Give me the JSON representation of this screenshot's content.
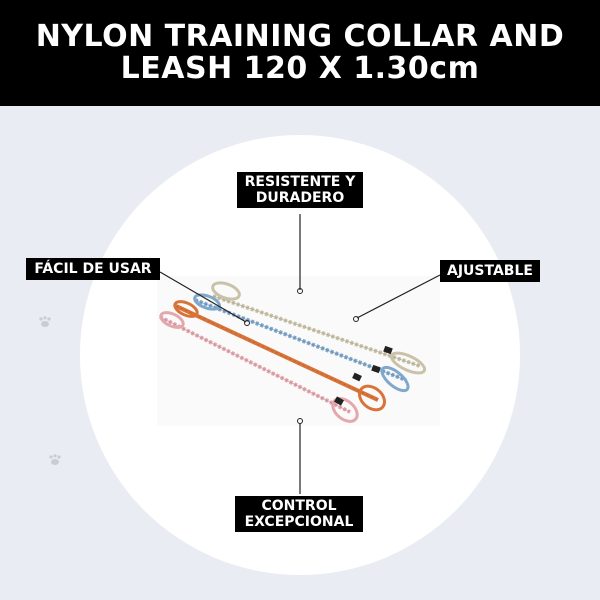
{
  "header": {
    "title_line1": "NYLON TRAINING COLLAR AND",
    "title_line2": "LEASH 120 X 1.30cm"
  },
  "labels": {
    "top_line1": "RESISTENTE Y",
    "top_line2": "DURADERO",
    "left": "FÁCIL DE USAR",
    "right": "AJUSTABLE",
    "bottom_line1": "CONTROL",
    "bottom_line2": "EXCEPCIONAL"
  },
  "product": {
    "image_name": "nylon-leashes",
    "leash_colors": [
      "#c9c2a8",
      "#7fa8cc",
      "#d8743a",
      "#e3a7ad"
    ]
  },
  "icons": [
    "paw-icon",
    "paw-icon"
  ],
  "colors": {
    "header_bg": "#000000",
    "page_bg": "#e9edf3",
    "circle_bg": "#ffffff",
    "label_bg": "#000000",
    "label_text": "#ffffff"
  }
}
